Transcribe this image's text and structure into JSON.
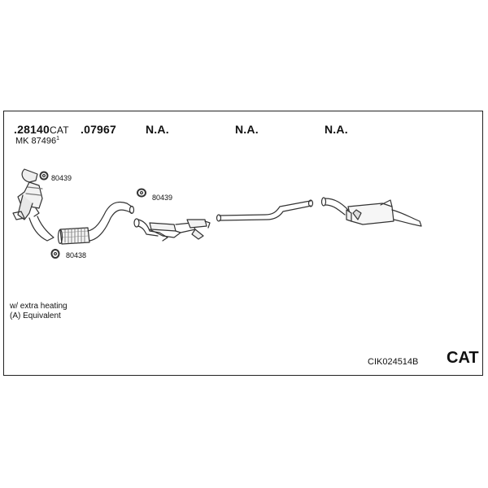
{
  "header": {
    "col1_main": ".28140",
    "col1_suffix": "CAT",
    "col1_sub": "MK 87496",
    "col1_sub_sup": "1",
    "col2": ".07967",
    "col3": "N.A.",
    "col4": "N.A.",
    "col5": "N.A."
  },
  "parts": {
    "clamp_1": "80439",
    "clamp_2": "80439",
    "clamp_3": "80438"
  },
  "notes": {
    "line1": "w/ extra heating",
    "line2": "(A) Equivalent"
  },
  "footer": {
    "reference": "CIK024514B",
    "badge": "CAT"
  }
}
